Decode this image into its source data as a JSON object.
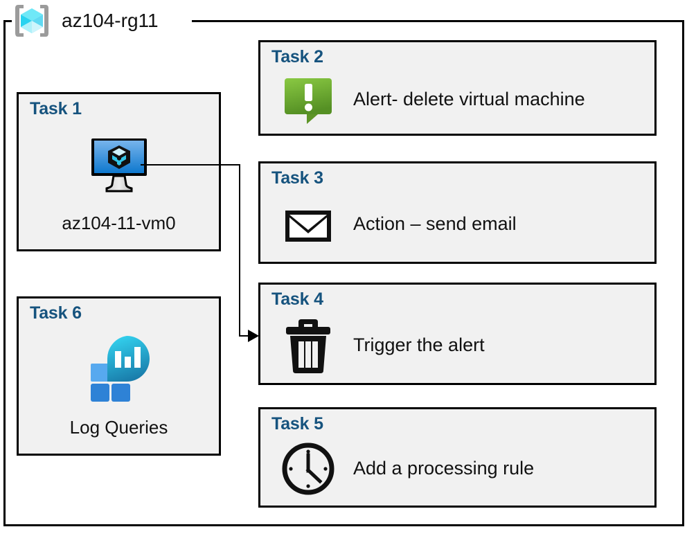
{
  "resource_group": {
    "name": "az104-rg11",
    "icon": "azure-resource-group-icon"
  },
  "colors": {
    "task_title": "#16537E",
    "card_fill": "#f1f1f1",
    "card_border": "#000000",
    "alert_green_light": "#84C341",
    "alert_green_dark": "#5C9024",
    "vm_blue_light": "#6FB0E8",
    "vm_blue_dark": "#0F7BD1",
    "log_cyan": "#2BC4E0",
    "log_teal": "#1A7FAD",
    "log_blue_light": "#56A8EE",
    "log_blue_dark": "#2E82D6"
  },
  "cards": [
    {
      "id": "task1",
      "title": "Task 1",
      "label": "az104-11-vm0",
      "icon": "virtual-machine-icon",
      "orientation": "vertical"
    },
    {
      "id": "task6",
      "title": "Task 6",
      "label": "Log Queries",
      "icon": "log-analytics-icon",
      "orientation": "vertical"
    },
    {
      "id": "task2",
      "title": "Task 2",
      "label": "Alert- delete virtual machine",
      "icon": "alert-bubble-icon",
      "orientation": "horizontal"
    },
    {
      "id": "task3",
      "title": "Task 3",
      "label": "Action – send email",
      "icon": "envelope-icon",
      "orientation": "horizontal"
    },
    {
      "id": "task4",
      "title": "Task 4",
      "label": "Trigger the alert",
      "icon": "trash-can-icon",
      "orientation": "horizontal"
    },
    {
      "id": "task5",
      "title": "Task 5",
      "label": "Add a processing rule",
      "icon": "clock-icon",
      "orientation": "horizontal"
    }
  ],
  "connector": {
    "from": "task1",
    "to": "task4",
    "style": "orthogonal-arrow"
  }
}
